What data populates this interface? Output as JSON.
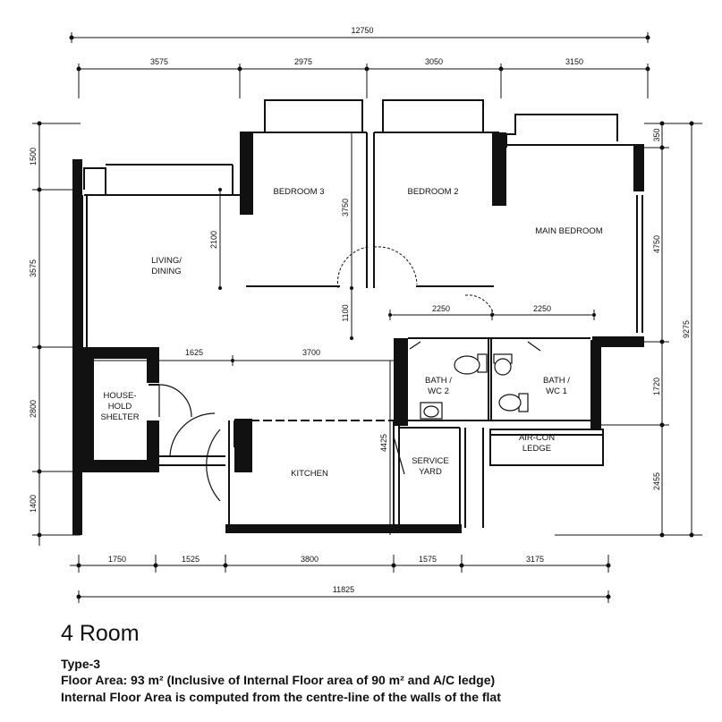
{
  "rooms": {
    "bedroom3": "BEDROOM 3",
    "bedroom2": "BEDROOM 2",
    "main_bedroom": "MAIN BEDROOM",
    "living": [
      "LIVING/",
      "DINING"
    ],
    "shelter": [
      "HOUSE-",
      "HOLD",
      "SHELTER"
    ],
    "bath2": [
      "BATH /",
      "WC 2"
    ],
    "bath1": [
      "BATH /",
      "WC 1"
    ],
    "kitchen": "KITCHEN",
    "service_yard": [
      "SERVICE",
      "YARD"
    ],
    "aircon": [
      "AIR-CON",
      "LEDGE"
    ]
  },
  "dimensions": {
    "top_total": "12750",
    "top_segments": [
      "3575",
      "2975",
      "3050",
      "3150"
    ],
    "bottom_segments": [
      "1750",
      "1525",
      "3800",
      "1575",
      "3175"
    ],
    "bottom_total": "11825",
    "left_segments": [
      "1500",
      "3575",
      "2800",
      "1400"
    ],
    "right_segments": [
      "350",
      "4750",
      "1720",
      "2455"
    ],
    "right_total": "9275",
    "interior": {
      "bedroom3_height": "2100",
      "bedroom2_height": "3750",
      "corridor_height": "1100",
      "bath_width_left": "2250",
      "bath_width_right": "2250",
      "shelter_width": "1625",
      "corridor_width": "3700",
      "kitchen_height": "4425"
    }
  },
  "caption": {
    "title": "4 Room",
    "type": "Type-3",
    "floor_area": "Floor Area: 93 m² (Inclusive of Internal Floor area of 90 m² and A/C ledge)",
    "note": "Internal Floor Area is computed from the centre-line of the walls of the flat"
  }
}
